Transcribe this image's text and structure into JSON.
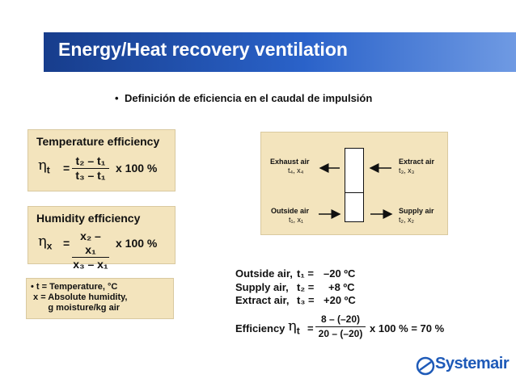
{
  "slide": {
    "title": "Energy/Heat recovery ventilation",
    "bullet": "Definición de eficiencia en el caudal de impulsión"
  },
  "temperature_efficiency": {
    "title": "Temperature efficiency",
    "symbol": "η",
    "subscript": "t",
    "equals": "=",
    "numerator": "t₂ – t₁",
    "denominator": "t₃ – t₁",
    "times": "x  100 %"
  },
  "humidity_efficiency": {
    "title": "Humidity efficiency",
    "symbol": "η",
    "subscript": "x",
    "equals": "=",
    "numerator": "x₂ – x₁",
    "denominator": "x₃ – x₁",
    "times": "x  100 %"
  },
  "legend": {
    "line1": "• t  = Temperature, °C",
    "line2": " x = Absolute humidity,",
    "line3": "       g moisture/kg air"
  },
  "diagram": {
    "exhaust_air": "Exhaust air",
    "exhaust_vars": "t₄, x₄",
    "outside_air": "Outside air",
    "outside_vars": "t₁, x₁",
    "extract_air": "Extract air",
    "extract_vars": "t₃, x₃",
    "supply_air": "Supply air",
    "supply_vars": "t₂, x₂"
  },
  "calculation": {
    "row1_label": "Outside air,",
    "row1_var": "t₁ =",
    "row1_value": "–20 ºC",
    "row2_label": "Supply air,",
    "row2_var": "t₂ =",
    "row2_value": "+8 ºC",
    "row3_label": "Extract air,",
    "row3_var": "t₃ =",
    "row3_value": "+20 ºC",
    "efficiency_label": "Efficiency",
    "symbol": "η",
    "subscript": "t",
    "equals": "=",
    "numerator": "8 – (–20)",
    "denominator": "20 – (–20)",
    "result": "x  100 %  =  70 %"
  },
  "brand": {
    "name": "Systemair"
  }
}
